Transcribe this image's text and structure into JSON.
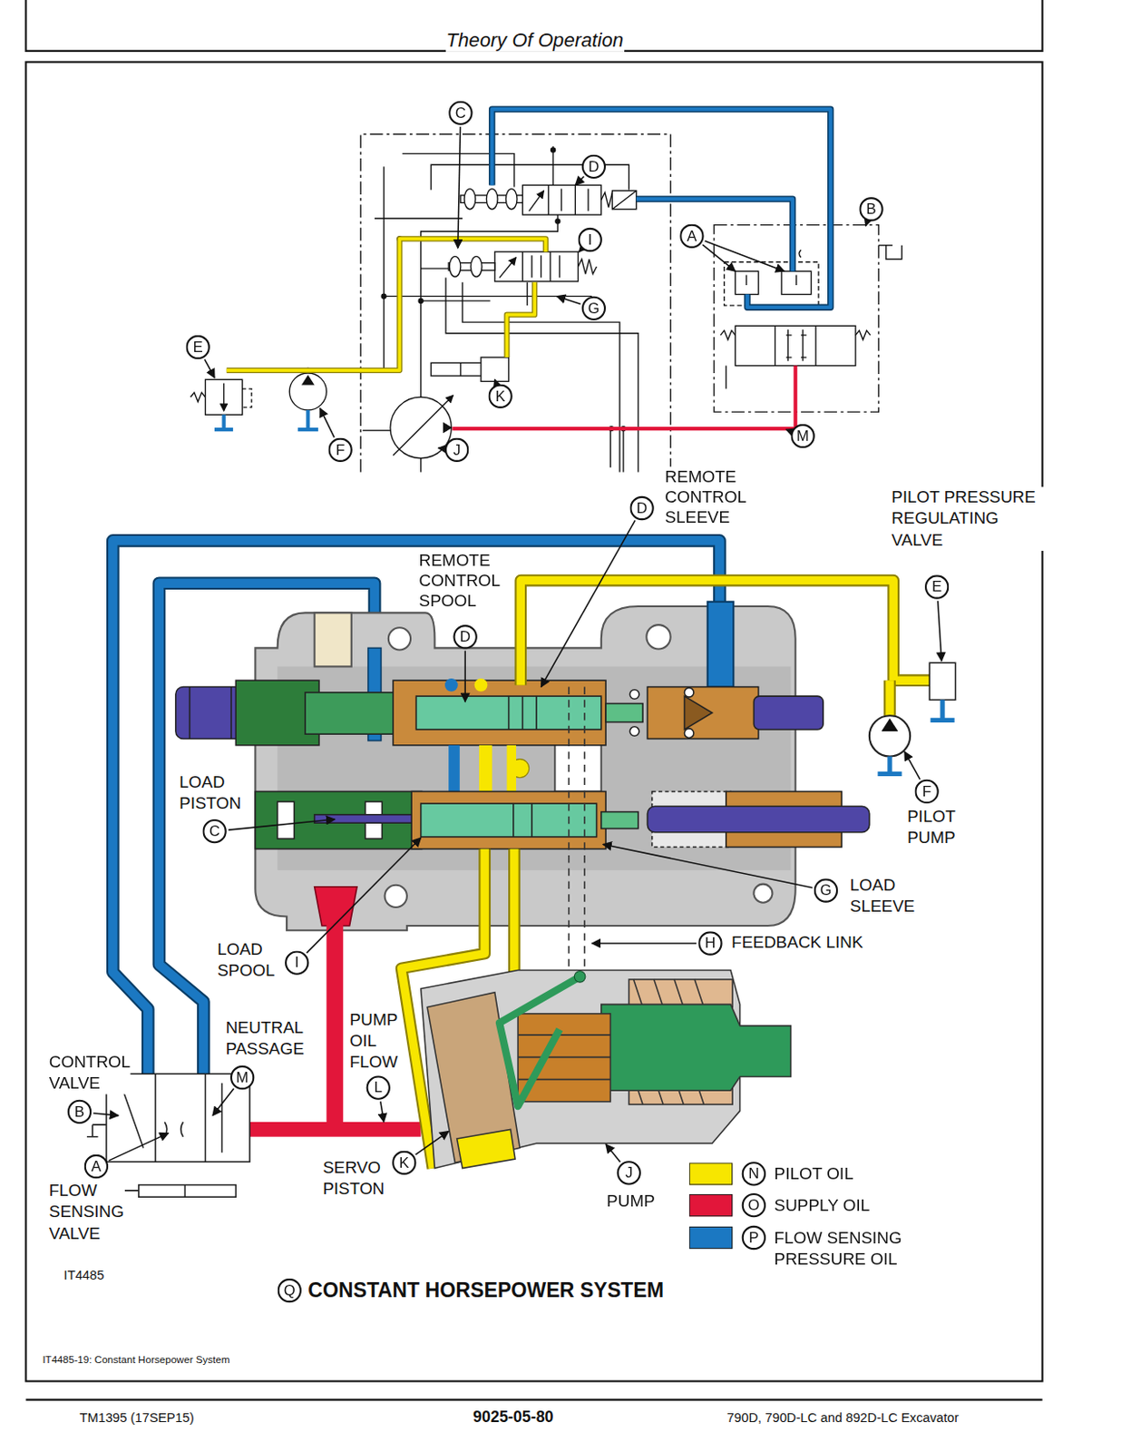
{
  "diagram": {
    "title": "CONSTANT HORSEPOWER SYSTEM",
    "caption": "IT4485-19: Constant Horsepower System",
    "labels": [
      "Theory Of Operation",
      "C",
      "D",
      "B",
      "A",
      "I",
      "G",
      "E",
      "K",
      "F",
      "J",
      "M",
      "REMOTE CONTROL SLEEVE",
      "D",
      "PILOT PRESSURE REGULATING VALVE",
      "E",
      "REMOTE CONTROL SPOOL",
      "D",
      "LOAD PISTON",
      "C",
      "F",
      "PILOT PUMP",
      "G",
      "LOAD SLEEVE",
      "LOAD SPOOL",
      "I",
      "H",
      "FEEDBACK LINK",
      "CONTROL VALVE",
      "NEUTRAL PASSAGE",
      "M",
      "PUMP OIL FLOW",
      "L",
      "B",
      "A",
      "SERVO PISTON",
      "K",
      "J",
      "PUMP",
      "FLOW SENSING VALVE",
      "N",
      "O",
      "P",
      "IT4485",
      "Q",
      "TM1395 (17SEP15)",
      "9025-05-80",
      "790D, 790D-LC and 892D-LC Excavator"
    ],
    "legend": [
      {
        "text": "PILOT OIL",
        "color": "#f7e600"
      },
      {
        "text": "SUPPLY OIL",
        "color": "#e2163a"
      },
      {
        "text": "FLOW SENSING PRESSURE OIL",
        "color": "#1b78c2"
      }
    ]
  }
}
